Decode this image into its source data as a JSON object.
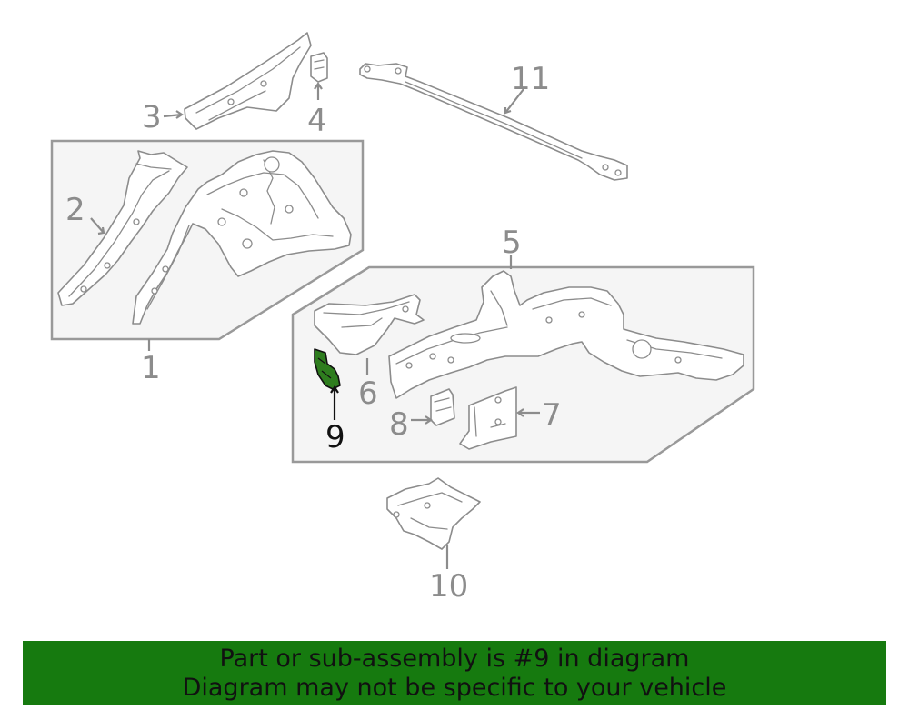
{
  "diagram": {
    "highlighted_part": "9",
    "highlight_color": "#2e7d1e",
    "callouts": [
      {
        "id": "1",
        "text": "1"
      },
      {
        "id": "2",
        "text": "2"
      },
      {
        "id": "3",
        "text": "3"
      },
      {
        "id": "4",
        "text": "4"
      },
      {
        "id": "5",
        "text": "5"
      },
      {
        "id": "6",
        "text": "6"
      },
      {
        "id": "7",
        "text": "7"
      },
      {
        "id": "8",
        "text": "8"
      },
      {
        "id": "9",
        "text": "9"
      },
      {
        "id": "10",
        "text": "10"
      },
      {
        "id": "11",
        "text": "11"
      }
    ]
  },
  "banner": {
    "background_color": "#167a0f",
    "line1": "Part or sub-assembly is #9 in diagram",
    "line2": "Diagram may not be specific to your vehicle"
  }
}
